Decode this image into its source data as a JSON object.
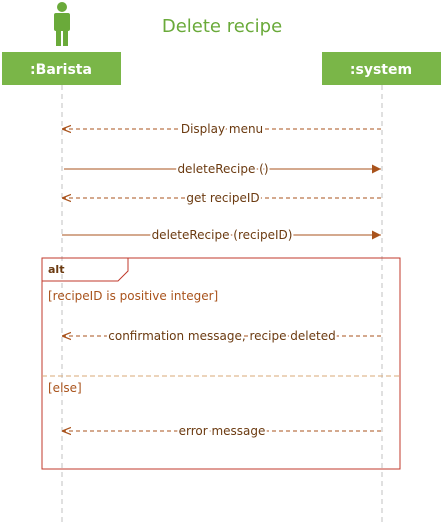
{
  "title": "Delete recipe",
  "colors": {
    "header_green": "#7ab648",
    "title_green": "#6aaa3a",
    "actor_green": "#6aaa3a",
    "line_brown": "#a9531c",
    "frame_red": "#c0392b",
    "label_text": "#6b3a10",
    "lifeline_gray": "#c0c0c0",
    "divider_tan": "#d9a877",
    "header_text": "#ffffff"
  },
  "lifelines": {
    "barista": {
      "label": ":Barista",
      "icon": "actor-icon"
    },
    "system": {
      "label": ":system"
    }
  },
  "messages": [
    {
      "label": "Display menu",
      "from": "system",
      "to": "barista",
      "kind": "return"
    },
    {
      "label": "deleteRecipe ()",
      "from": "barista",
      "to": "system",
      "kind": "call"
    },
    {
      "label": "get recipeID",
      "from": "system",
      "to": "barista",
      "kind": "return"
    },
    {
      "label": "deleteRecipe (recipeID)",
      "from": "barista",
      "to": "system",
      "kind": "call"
    }
  ],
  "fragment": {
    "operator": "alt",
    "branches": [
      {
        "guard": "[recipeID is positive integer]",
        "message": {
          "label": "confirmation message, recipe deleted",
          "from": "system",
          "to": "barista",
          "kind": "return"
        }
      },
      {
        "guard": "[else]",
        "message": {
          "label": "error message",
          "from": "system",
          "to": "barista",
          "kind": "return"
        }
      }
    ]
  }
}
